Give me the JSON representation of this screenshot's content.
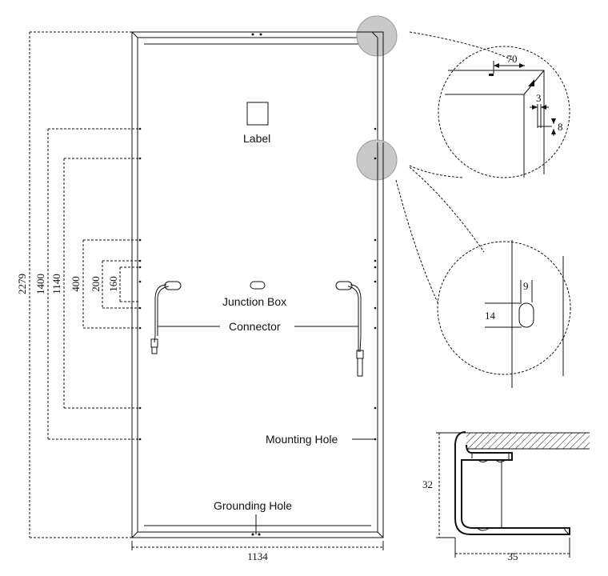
{
  "labels": {
    "label": "Label",
    "junction_box": "Junction Box",
    "connector": "Connector",
    "mounting_hole": "Mounting Hole",
    "grounding_hole": "Grounding Hole"
  },
  "dimensions": {
    "height": "2279",
    "d1400": "1400",
    "d1140": "1140",
    "d400": "400",
    "d200": "200",
    "d160": "160",
    "width": "1134",
    "d70": "70",
    "d3": "3",
    "d8": "8",
    "d9": "9",
    "d14": "14",
    "d32": "32",
    "d35": "35"
  },
  "colors": {
    "line": "#111111",
    "highlight": "#c8c8c8"
  }
}
